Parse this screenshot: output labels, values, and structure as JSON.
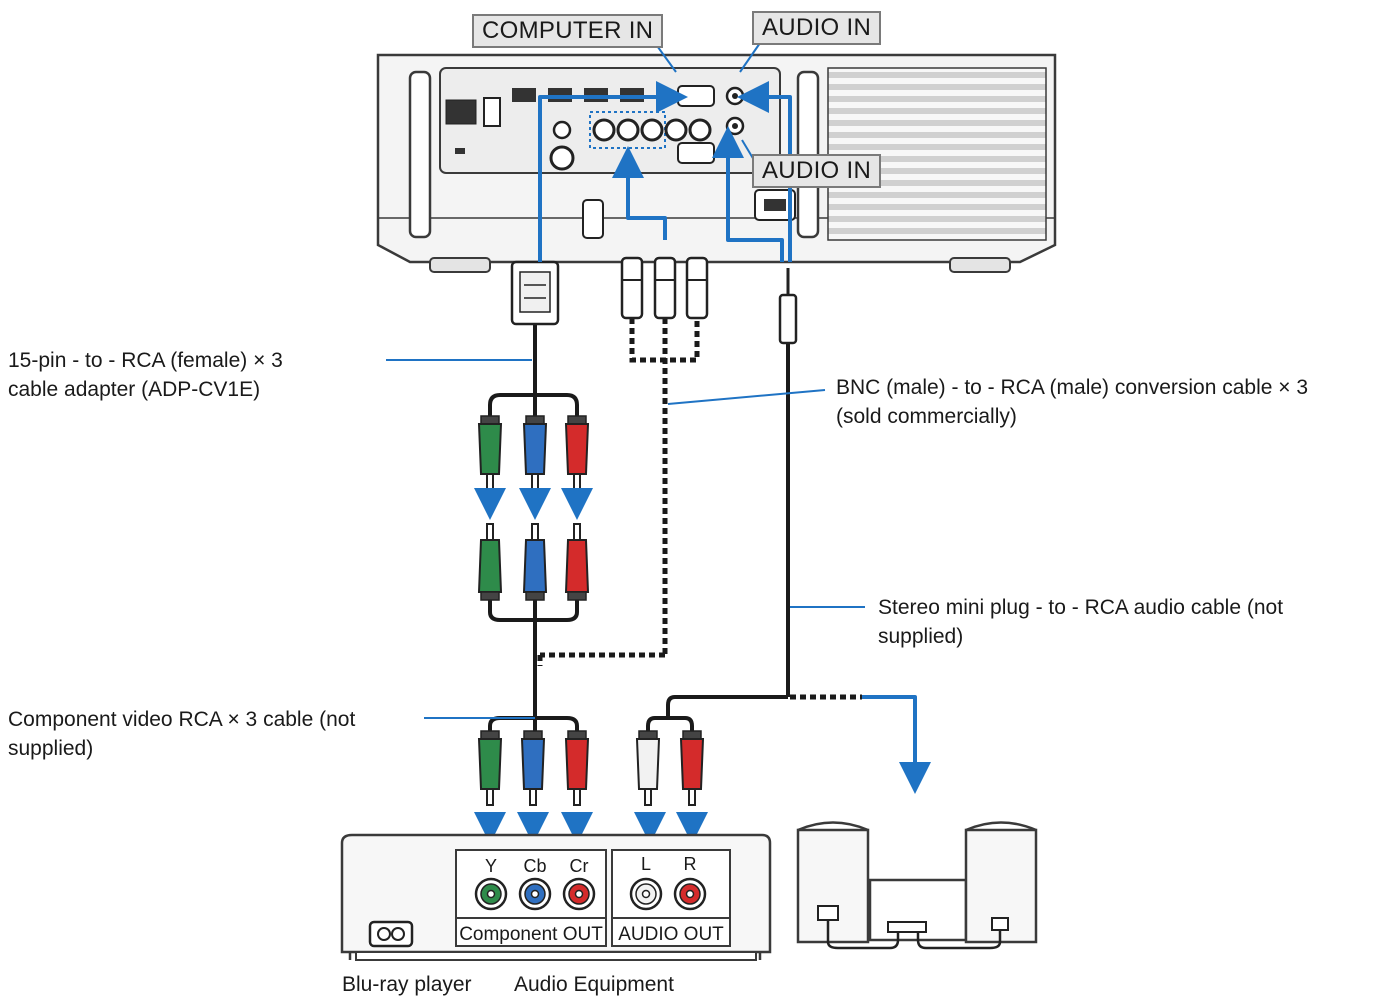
{
  "port_tags": {
    "computer_in": "COMPUTER IN",
    "audio_in_top": "AUDIO IN",
    "audio_in_bottom": "AUDIO IN"
  },
  "callouts": {
    "adapter": [
      "15-pin - to - RCA (female) × 3",
      "cable adapter (ADP-CV1E)"
    ],
    "bnc": [
      "BNC (male) - to - RCA (male) conversion cable × 3",
      "(sold commercially)"
    ],
    "stereo": [
      "Stereo mini plug - to - RCA audio cable (not",
      "supplied)"
    ],
    "component": [
      "Component video RCA × 3 cable (not",
      "supplied)"
    ]
  },
  "player_panel": {
    "y_label": "Y",
    "cb_label": "Cb",
    "cr_label": "Cr",
    "l_label": "L",
    "r_label": "R",
    "component_out": "Component OUT",
    "audio_out": "AUDIO OUT"
  },
  "captions": {
    "bluray": "Blu-ray player",
    "audio_equipment": "Audio Equipment"
  },
  "colors": {
    "arrow": "#1f73c4",
    "cable": "#1a1a1a",
    "plug_green": "#2e8b4a",
    "plug_blue": "#2f6fc0",
    "plug_red": "#d42b2b",
    "plug_white": "#f2f2f2"
  }
}
